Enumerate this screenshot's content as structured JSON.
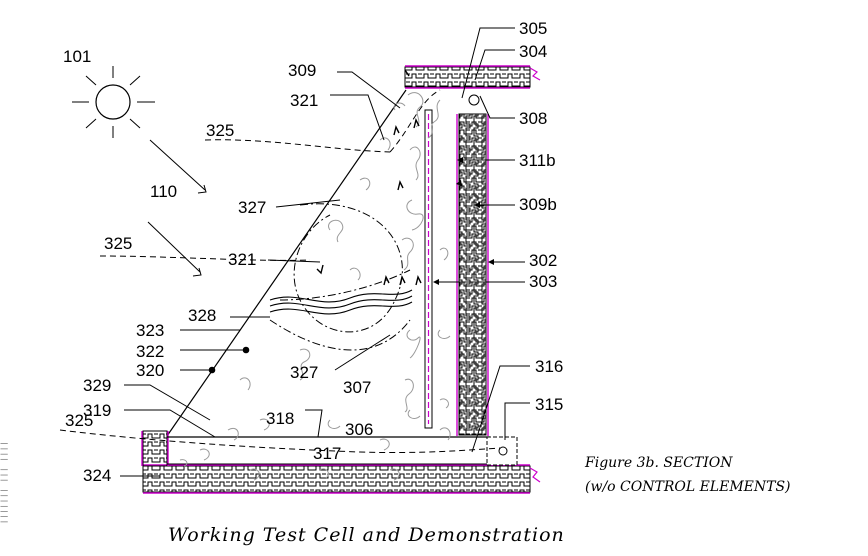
{
  "figure": {
    "caption_line1": "Figure 3b. SECTION",
    "caption_line2": "(w/o CONTROL ELEMENTS)",
    "title": "Working Test Cell and Demonstration"
  },
  "margin_text": "||||||| ||| ||||",
  "labels": {
    "sun": "101",
    "ray": "110",
    "n309": "309",
    "n321_top": "321",
    "n325_top": "325",
    "n327_top": "327",
    "n325_mid": "325",
    "n321_mid": "321",
    "n328": "328",
    "n323": "323",
    "n322": "322",
    "n320": "320",
    "n327_bot": "327",
    "n307": "307",
    "n329": "329",
    "n319": "319",
    "n318": "318",
    "n325_bot": "325",
    "n306": "306",
    "n317": "317",
    "n324": "324",
    "n305": "305",
    "n304": "304",
    "n308": "308",
    "n311b": "311b",
    "n309b": "309b",
    "n302": "302",
    "n303": "303",
    "n316": "316",
    "n315": "315"
  },
  "colors": {
    "line": "#000000",
    "accent": "#cc00cc",
    "texture": "#9a9a9a"
  }
}
